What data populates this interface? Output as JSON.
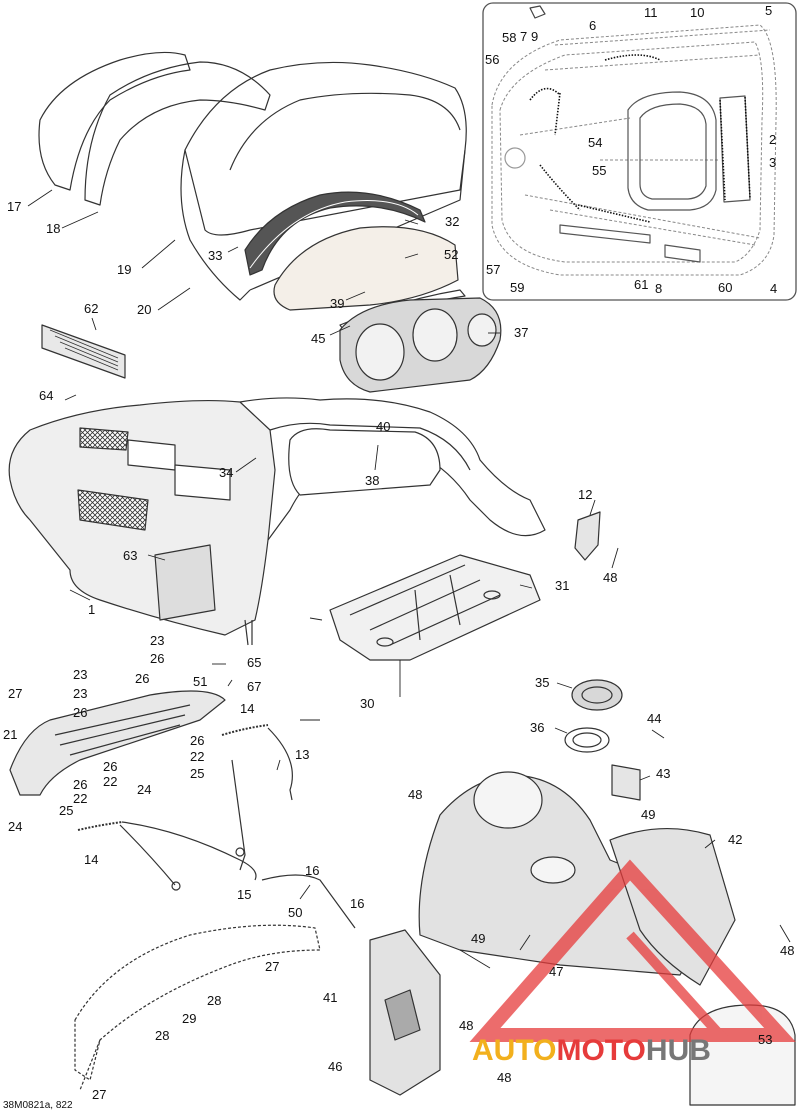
{
  "diagram_code": "38M0821a, 822",
  "watermark": {
    "part1": "AUTO",
    "part2": "MOTO",
    "part3": "HUB"
  },
  "colors": {
    "line": "#333333",
    "inset_border": "#555555",
    "watermark_red": "#e63b3b",
    "watermark_yellow": "#f2b01d",
    "watermark_gray": "#777777"
  },
  "callouts": [
    {
      "id": "c1",
      "text": "1"
    },
    {
      "id": "c2",
      "text": "2"
    },
    {
      "id": "c3",
      "text": "3"
    },
    {
      "id": "c4",
      "text": "4"
    },
    {
      "id": "c5",
      "text": "5"
    },
    {
      "id": "c6",
      "text": "6"
    },
    {
      "id": "c7",
      "text": "7"
    },
    {
      "id": "c8",
      "text": "8"
    },
    {
      "id": "c9",
      "text": "9"
    },
    {
      "id": "c10",
      "text": "10"
    },
    {
      "id": "c11",
      "text": "11"
    },
    {
      "id": "c12",
      "text": "12"
    },
    {
      "id": "c13",
      "text": "13"
    },
    {
      "id": "c14a",
      "text": "14"
    },
    {
      "id": "c14b",
      "text": "14"
    },
    {
      "id": "c15",
      "text": "15"
    },
    {
      "id": "c16a",
      "text": "16"
    },
    {
      "id": "c16b",
      "text": "16"
    },
    {
      "id": "c17",
      "text": "17"
    },
    {
      "id": "c18",
      "text": "18"
    },
    {
      "id": "c19",
      "text": "19"
    },
    {
      "id": "c20",
      "text": "20"
    },
    {
      "id": "c21",
      "text": "21"
    },
    {
      "id": "c22a",
      "text": "22"
    },
    {
      "id": "c22b",
      "text": "22"
    },
    {
      "id": "c22c",
      "text": "22"
    },
    {
      "id": "c23a",
      "text": "23"
    },
    {
      "id": "c23b",
      "text": "23"
    },
    {
      "id": "c23c",
      "text": "23"
    },
    {
      "id": "c24a",
      "text": "24"
    },
    {
      "id": "c24b",
      "text": "24"
    },
    {
      "id": "c25a",
      "text": "25"
    },
    {
      "id": "c25b",
      "text": "25"
    },
    {
      "id": "c26a",
      "text": "26"
    },
    {
      "id": "c26b",
      "text": "26"
    },
    {
      "id": "c26c",
      "text": "26"
    },
    {
      "id": "c26d",
      "text": "26"
    },
    {
      "id": "c26e",
      "text": "26"
    },
    {
      "id": "c26f",
      "text": "26"
    },
    {
      "id": "c27a",
      "text": "27"
    },
    {
      "id": "c27b",
      "text": "27"
    },
    {
      "id": "c27c",
      "text": "27"
    },
    {
      "id": "c28a",
      "text": "28"
    },
    {
      "id": "c28b",
      "text": "28"
    },
    {
      "id": "c29",
      "text": "29"
    },
    {
      "id": "c30",
      "text": "30"
    },
    {
      "id": "c31",
      "text": "31"
    },
    {
      "id": "c32",
      "text": "32"
    },
    {
      "id": "c33",
      "text": "33"
    },
    {
      "id": "c34",
      "text": "34"
    },
    {
      "id": "c35",
      "text": "35"
    },
    {
      "id": "c36",
      "text": "36"
    },
    {
      "id": "c37",
      "text": "37"
    },
    {
      "id": "c38",
      "text": "38"
    },
    {
      "id": "c39",
      "text": "39"
    },
    {
      "id": "c40",
      "text": "40"
    },
    {
      "id": "c41",
      "text": "41"
    },
    {
      "id": "c42",
      "text": "42"
    },
    {
      "id": "c43",
      "text": "43"
    },
    {
      "id": "c44",
      "text": "44"
    },
    {
      "id": "c45",
      "text": "45"
    },
    {
      "id": "c46",
      "text": "46"
    },
    {
      "id": "c47",
      "text": "47"
    },
    {
      "id": "c48a",
      "text": "48"
    },
    {
      "id": "c48b",
      "text": "48"
    },
    {
      "id": "c48c",
      "text": "48"
    },
    {
      "id": "c48d",
      "text": "48"
    },
    {
      "id": "c48e",
      "text": "48"
    },
    {
      "id": "c49a",
      "text": "49"
    },
    {
      "id": "c49b",
      "text": "49"
    },
    {
      "id": "c50",
      "text": "50"
    },
    {
      "id": "c51",
      "text": "51"
    },
    {
      "id": "c52",
      "text": "52"
    },
    {
      "id": "c53",
      "text": "53"
    },
    {
      "id": "c54",
      "text": "54"
    },
    {
      "id": "c55",
      "text": "55"
    },
    {
      "id": "c56",
      "text": "56"
    },
    {
      "id": "c57",
      "text": "57"
    },
    {
      "id": "c58",
      "text": "58"
    },
    {
      "id": "c59",
      "text": "59"
    },
    {
      "id": "c60",
      "text": "60"
    },
    {
      "id": "c61",
      "text": "61"
    },
    {
      "id": "c62",
      "text": "62"
    },
    {
      "id": "c63",
      "text": "63"
    },
    {
      "id": "c64",
      "text": "64"
    },
    {
      "id": "c65",
      "text": "65"
    },
    {
      "id": "c67",
      "text": "67"
    }
  ]
}
